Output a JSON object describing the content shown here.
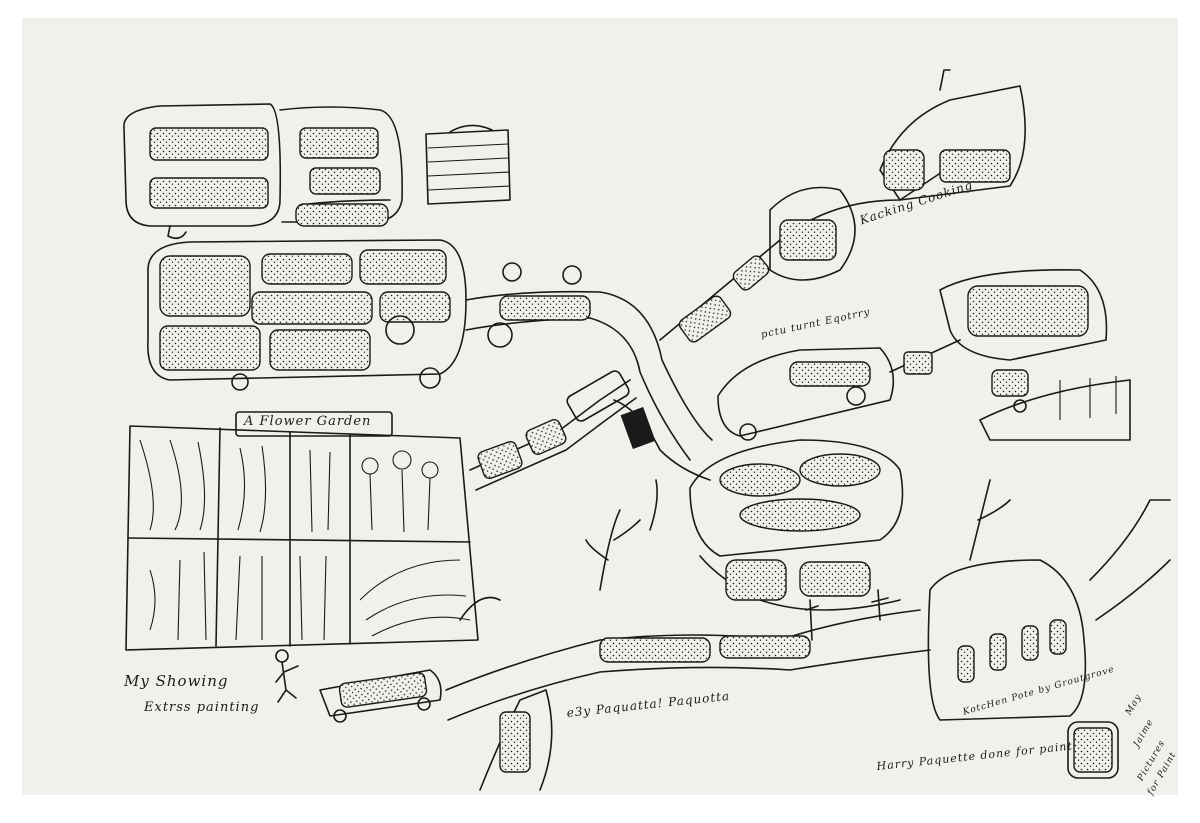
{
  "artwork": {
    "paper_color": "#f1f1ec",
    "ink_color": "#1a1a1a",
    "inscriptions": {
      "flower_garden": "A Flower Garden",
      "my_showing": "My Showing",
      "extra_painting": "Extrss painting",
      "kacking_cooking": "Kacking Cooking",
      "picture_frame": "pctu turnt Eqotrry",
      "by_paquette": "e3y Paquatta! Paquotta",
      "kitchen_plate": "KotcHen Pote by Groutgrove",
      "harry_paquette": "Harry Paquette done for paint",
      "may_pictures_1": "May",
      "may_pictures_2": "Jaime",
      "may_pictures_3": "Pictures",
      "may_pictures_4": "for Paint"
    }
  }
}
